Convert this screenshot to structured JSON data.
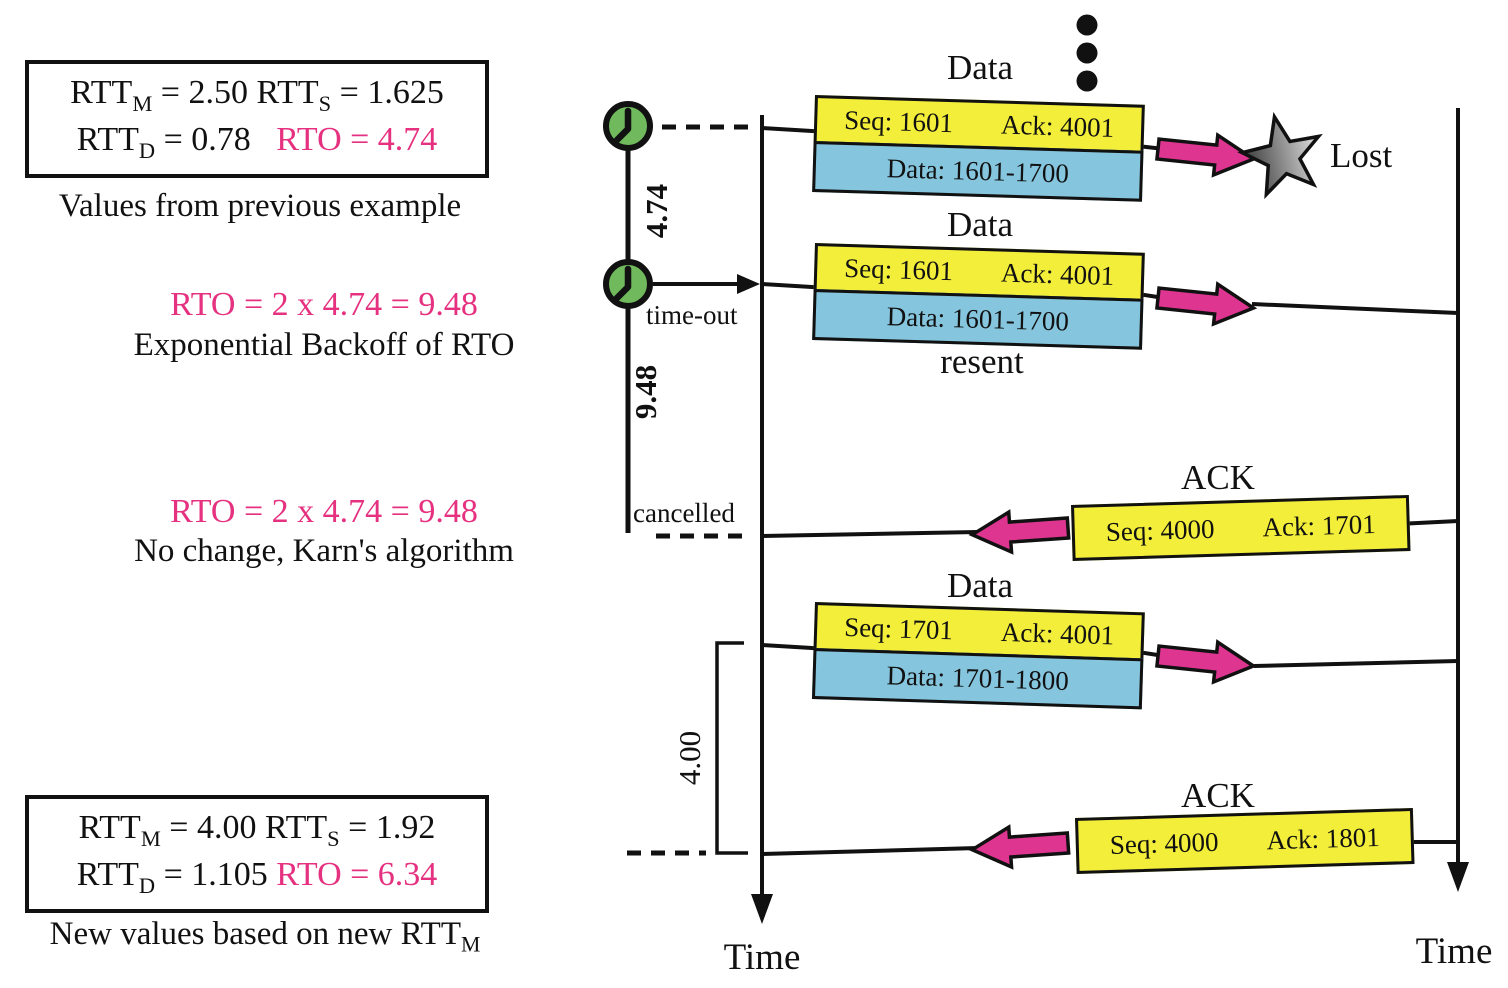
{
  "colors": {
    "pink_text": "#e5317f",
    "arrow_pink": "#de3590",
    "packet_yellow": "#f3ee39",
    "payload_blue": "#85c5dd",
    "clock_green": "#70b95c",
    "line_black": "#111111"
  },
  "notes": {
    "box1": {
      "line1": [
        {
          "text": "RTT"
        },
        {
          "sub": "M"
        },
        {
          "text": " = 2.50 RTT"
        },
        {
          "sub": "S"
        },
        {
          "text": " = 1.625"
        }
      ],
      "line2": [
        {
          "text": "RTT"
        },
        {
          "sub": "D"
        },
        {
          "text": " = 0.78   "
        },
        {
          "text": "RTO = 4.74",
          "color": "pink"
        }
      ],
      "caption": "Values from previous example"
    },
    "backoff": {
      "formula": "RTO = 2 x 4.74 = 9.48",
      "caption": "Exponential Backoff of RTO"
    },
    "karn": {
      "formula": "RTO = 2 x 4.74 = 9.48",
      "caption": "No change, Karn's algorithm"
    },
    "box2": {
      "line1": [
        {
          "text": "RTT"
        },
        {
          "sub": "M"
        },
        {
          "text": " = 4.00 RTT"
        },
        {
          "sub": "S"
        },
        {
          "text": " = 1.92"
        }
      ],
      "line2": [
        {
          "text": "RTT"
        },
        {
          "sub": "D"
        },
        {
          "text": " = 1.105 "
        },
        {
          "text": "RTO = 6.34",
          "color": "pink"
        }
      ],
      "caption": [
        {
          "text": "New values based on new RTT"
        },
        {
          "sub": "M"
        }
      ]
    }
  },
  "timer": {
    "interval1": "4.74",
    "interval2": "9.48",
    "timeout_label": "time-out",
    "cancelled_label": "cancelled",
    "measured_rtt": "4.00"
  },
  "flow": {
    "data1": {
      "title": "Data",
      "seq": "Seq: 1601",
      "ack": "Ack: 4001",
      "payload": "Data: 1601-1700"
    },
    "data2": {
      "title": "Data",
      "seq": "Seq: 1601",
      "ack": "Ack: 4001",
      "payload": "Data: 1601-1700",
      "note": "resent"
    },
    "ack1": {
      "title": "ACK",
      "seq": "Seq: 4000",
      "ack": "Ack: 1701"
    },
    "data3": {
      "title": "Data",
      "seq": "Seq: 1701",
      "ack": "Ack: 4001",
      "payload": "Data: 1701-1800"
    },
    "ack2": {
      "title": "ACK",
      "seq": "Seq: 4000",
      "ack": "Ack: 1801"
    },
    "lost_label": "Lost"
  },
  "axis": {
    "sender_time_label": "Time",
    "receiver_time_label": "Time"
  }
}
